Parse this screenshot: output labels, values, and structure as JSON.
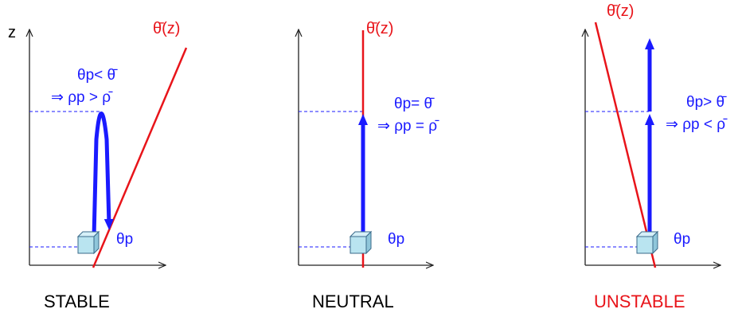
{
  "axis_label": "z",
  "theta_env": "θ̄(z)",
  "panels": [
    {
      "title": "STABLE",
      "title_color": "#000000",
      "relation_line1": "θp< θ̄",
      "relation_line2": "⇒ ρp > ρ̄",
      "parcel_label": "θp"
    },
    {
      "title": "NEUTRAL",
      "title_color": "#000000",
      "relation_line1": "θp= θ̄",
      "relation_line2": "⇒ ρp = ρ̄",
      "parcel_label": "θp"
    },
    {
      "title": "UNSTABLE",
      "title_color": "#e8141a",
      "relation_line1": "θp> θ̄",
      "relation_line2": "⇒ ρp < ρ̄",
      "parcel_label": "θp"
    }
  ],
  "colors": {
    "environment_profile": "#e8141a",
    "parcel_path": "#1a1aff",
    "guide_dashes": "#1a1aff",
    "parcel_fill": "#b9e4f0",
    "text_blue": "#1a1aff"
  }
}
